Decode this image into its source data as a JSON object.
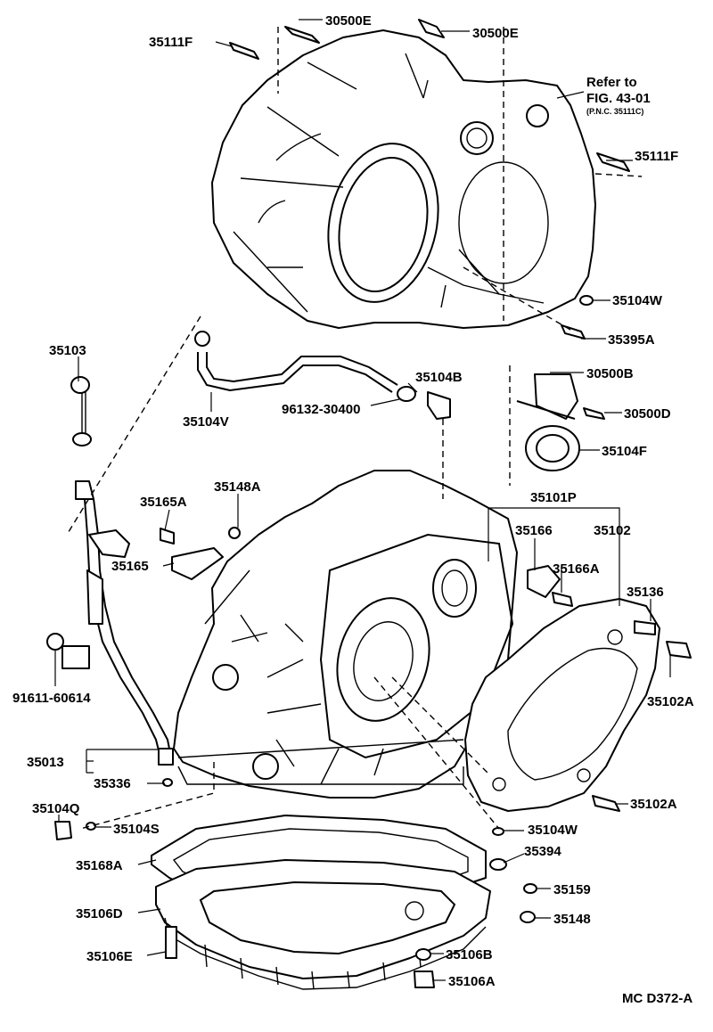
{
  "callouts": {
    "c30500E_1": "30500E",
    "c30500E_2": "30500E",
    "c35111F_1": "35111F",
    "c35111F_2": "35111F",
    "refer_line1": "Refer to",
    "refer_line2": "FIG. 43-01",
    "refer_line3": "(P.N.C. 35111C)",
    "c35104W_1": "35104W",
    "c35395A": "35395A",
    "c35103": "35103",
    "c35104B": "35104B",
    "c30500B": "30500B",
    "c96132": "96132-30400",
    "c35104V": "35104V",
    "c30500D": "30500D",
    "c35104F": "35104F",
    "c35148A": "35148A",
    "c35165A": "35165A",
    "c35101P": "35101P",
    "c35166": "35166",
    "c35102": "35102",
    "c35165": "35165",
    "c35166A": "35166A",
    "c35136": "35136",
    "c91611": "91611-60614",
    "c35102A_1": "35102A",
    "c35013": "35013",
    "c35336": "35336",
    "c35102A_2": "35102A",
    "c35104Q": "35104Q",
    "c35104S": "35104S",
    "c35104W_2": "35104W",
    "c35394": "35394",
    "c35168A": "35168A",
    "c35159": "35159",
    "c35106D": "35106D",
    "c35148": "35148",
    "c35106E": "35106E",
    "c35106B": "35106B",
    "c35106A": "35106A",
    "figure_code": "MC D372-A"
  }
}
